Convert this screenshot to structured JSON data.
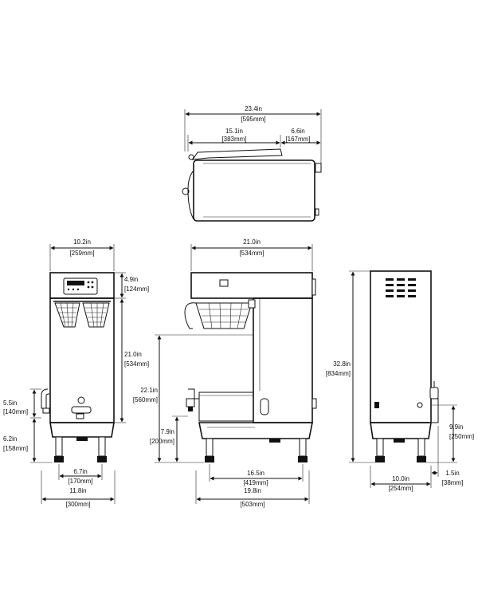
{
  "dimensions": {
    "top_overall_in": "23.4in",
    "top_overall_mm": "[595mm]",
    "top_left_in": "15.1in",
    "top_left_mm": "[383mm]",
    "top_right_in": "6.6in",
    "top_right_mm": "[167mm]",
    "front_width_in": "10.2in",
    "front_width_mm": "[259mm]",
    "front_head_in": "4.9in",
    "front_head_mm": "[124mm]",
    "front_body_in": "21.0in",
    "front_body_mm": "[534mm]",
    "front_faucet_in": "5.5in",
    "front_faucet_mm": "[140mm]",
    "front_base_in": "6.2in",
    "front_base_mm": "[158mm]",
    "front_feet_in": "6.7in",
    "front_feet_mm": "[170mm]",
    "front_overall_w_in": "11.8in",
    "front_overall_w_mm": "[300mm]",
    "side_top_in": "21.0in",
    "side_top_mm": "[534mm]",
    "side_height_in": "22.1in",
    "side_height_mm": "[560mm]",
    "side_clearance_in": "7.9in",
    "side_clearance_mm": "[200mm]",
    "side_feet_in": "16.5in",
    "side_feet_mm": "[419mm]",
    "side_overall_in": "19.8in",
    "side_overall_mm": "[503mm]",
    "rear_height_in": "32.8in",
    "rear_height_mm": "[834mm]",
    "rear_gauge_in": "9.9in",
    "rear_gauge_mm": "[250mm]",
    "rear_width_in": "10.0in",
    "rear_width_mm": "[254mm]",
    "rear_offset_in": "1.5in",
    "rear_offset_mm": "[38mm]"
  }
}
